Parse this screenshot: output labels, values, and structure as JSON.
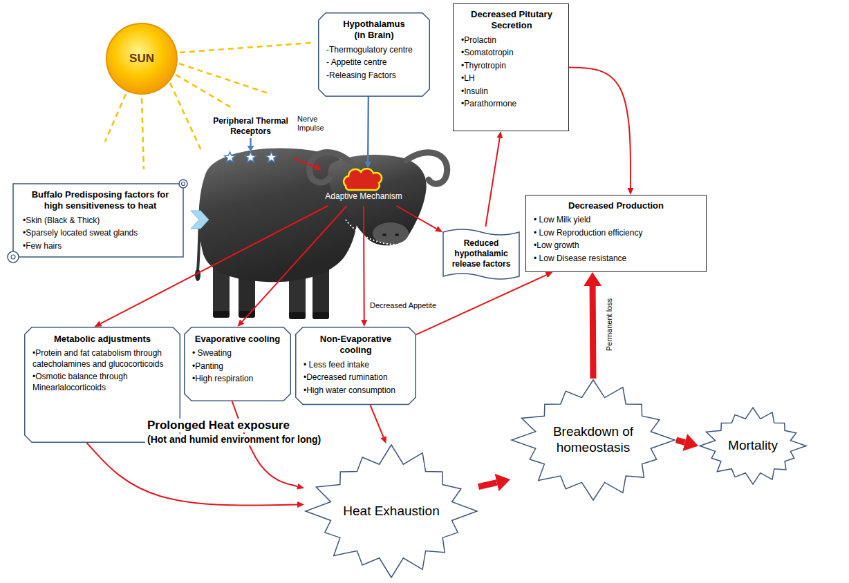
{
  "diagram": {
    "nodes": [
      {
        "text": [
          "SUN"
        ]
      },
      {
        "text": [
          "Hypothalamus (in Brain)",
          "-Thermogulatory centre",
          "- Appetite centre",
          "-Releasing Factors"
        ]
      },
      {
        "text": [
          "Decreased Pitutary Secretion",
          "•Prolactin",
          "•Somatotropin",
          "•Thyrotropin",
          "•LH",
          "•Insulin",
          "•Parathormone"
        ]
      },
      {
        "text": [
          "Peripheral Thermal Receptors"
        ]
      },
      {
        "text": [
          "Buffalo Predisposing factors for high sensitiveness to heat",
          "•Skin (Black & Thick)",
          "•Sparsely located sweat glands",
          "•Few hairs"
        ]
      },
      {
        "text": [
          "Adaptive Mechanism"
        ]
      },
      {
        "text": [
          "Reduced hypothalamic release factors"
        ]
      },
      {
        "text": [
          "Decreased Production",
          "• Low Milk yield",
          "• Low Reproduction efficiency",
          "•Low growth",
          "• Low Disease resistance"
        ]
      },
      {
        "text": [
          "Metabolic adjustments",
          "•Protein and fat catabolism through catecholamines and glucocorticoids",
          "•Osmotic balance through Minearlalocorticoids"
        ]
      },
      {
        "text": [
          "Evaporative cooling",
          "• Sweating",
          "•Panting",
          "•High respiration"
        ]
      },
      {
        "text": [
          "Non-Evaporative cooling",
          "• Less feed intake",
          "•Decreased rumination",
          "•High water consumption"
        ]
      },
      {
        "text": [
          "Heat Exhaustion"
        ]
      },
      {
        "text": [
          "Breakdown of homeostasis"
        ]
      },
      {
        "text": [
          "Mortality"
        ]
      }
    ],
    "edges": [
      {
        "from": 1,
        "to": 5,
        "arrow": "to"
      },
      {
        "from": 3,
        "to": 5,
        "label": "Nerve Impulse",
        "arrow": "to"
      },
      {
        "from": 5,
        "to": 6,
        "arrow": "to"
      },
      {
        "from": 6,
        "to": 2,
        "arrow": "to"
      },
      {
        "from": 2,
        "to": 7,
        "arrow": "to"
      },
      {
        "from": 5,
        "to": 8,
        "arrow": "to"
      },
      {
        "from": 5,
        "to": 9,
        "arrow": "to"
      },
      {
        "from": 5,
        "to": 10,
        "label": "Decreased Appetite",
        "arrow": "to"
      },
      {
        "from": 10,
        "to": 7,
        "arrow": "to"
      },
      {
        "from": 8,
        "to": 11,
        "arrow": "to"
      },
      {
        "from": 9,
        "to": 11,
        "arrow": "to"
      },
      {
        "from": 10,
        "to": 11,
        "arrow": "to"
      },
      {
        "from": 11,
        "to": 12,
        "arrow": "to"
      },
      {
        "from": 12,
        "to": 7,
        "label": "Permanent loss",
        "arrow": "to"
      },
      {
        "from": 12,
        "to": 13,
        "arrow": "to"
      }
    ],
    "labels": [
      "Prolonged Heat exposure",
      "(Hot and humid environment for long)"
    ]
  }
}
